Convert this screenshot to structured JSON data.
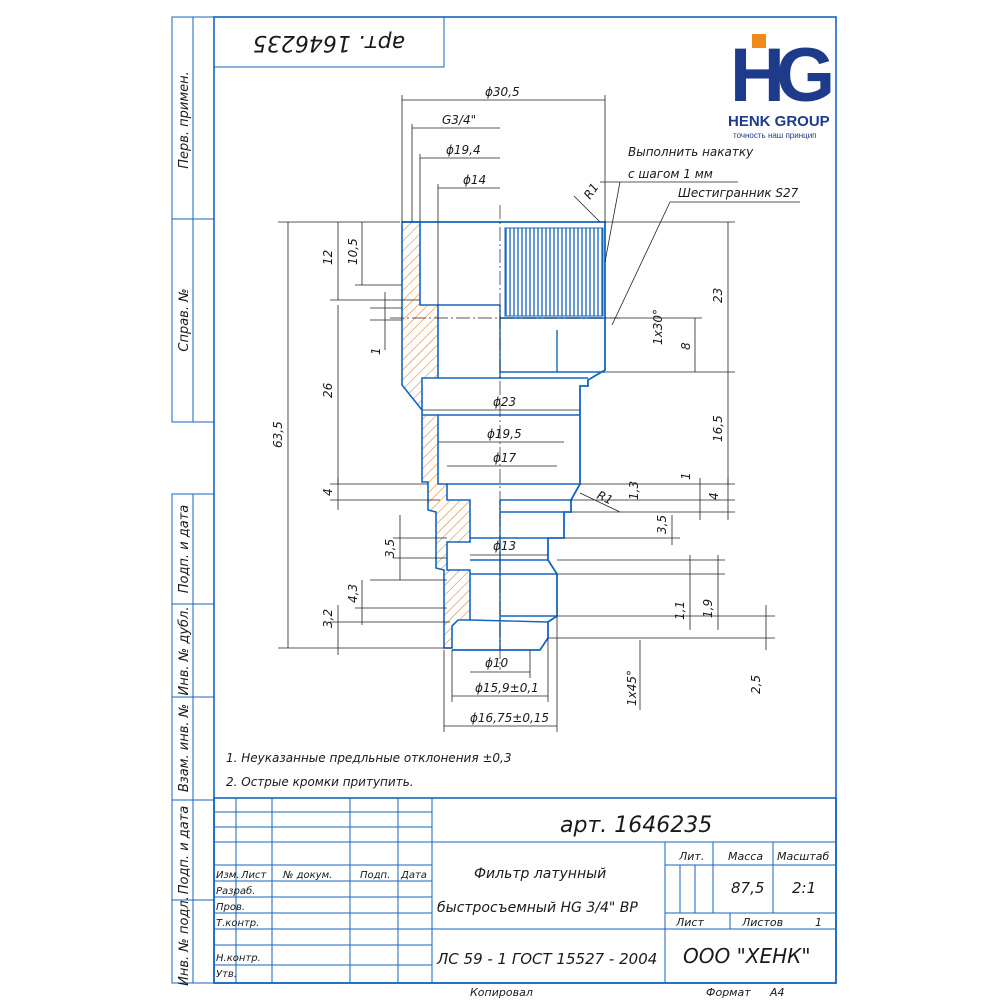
{
  "logo": {
    "letters": "HG",
    "name": "HENK GROUP",
    "tagline": "точность наш принцип",
    "colors": {
      "navy": "#1e3a8a",
      "orange": "#f08a1c"
    }
  },
  "stamp_top": "арт. 1646235",
  "side_labels": {
    "perv_primen": "Перв. примен.",
    "sprav": "Справ. №",
    "podp_data_1": "Подп. и дата",
    "inv_dubl": "Инв. № дубл.",
    "vzam_inv": "Взам. инв. №",
    "podp_data_2": "Подп. и дата",
    "inv_podl": "Инв. № подл."
  },
  "callouts": {
    "knurl_line1": "Выполнить накатку",
    "knurl_line2": "с шагом 1 мм",
    "hex": "Шестигранник S27"
  },
  "dimensions": {
    "d_30_5": "ϕ30,5",
    "g34": "G3/4\"",
    "d_19_4": "ϕ19,4",
    "d_14": "ϕ14",
    "r1_top": "R1",
    "h12": "12",
    "h10_5": "10,5",
    "h1": "1",
    "h26": "26",
    "h4_left": "4",
    "h63_5": "63,5",
    "h3_5_left": "3,5",
    "h4_3": "4,3",
    "h3_2": "3,2",
    "d_23": "ϕ23",
    "d_19_5": "ϕ19,5",
    "d_17": "ϕ17",
    "r1_mid": "R1",
    "d_13": "ϕ13",
    "d_10": "ϕ10",
    "d_15_9": "ϕ15,9±0,1",
    "d_16_75": "ϕ16,75±0,15",
    "h23": "23",
    "c1x30": "1х30°",
    "h8": "8",
    "h16_5": "16,5",
    "h1_right": "1",
    "h1_3": "1,3",
    "h4_right": "4",
    "h3_5_right": "3,5",
    "h1_1": "1,1",
    "h1_9": "1,9",
    "c1x45": "1х45°",
    "h2_5": "2,5"
  },
  "notes": [
    "1. Неуказанные предльные отклонения ±0,3",
    "2. Острые кромки притупить."
  ],
  "title_block": {
    "article": "арт. 1646235",
    "name_line1": "Фильтр латунный",
    "name_line2": "быстросъемный HG 3/4\" ВР",
    "material": "ЛС 59 - 1 ГОСТ 15527 - 2004",
    "company": "ООО \"ХЕНК\"",
    "headers": {
      "lit": "Лит.",
      "massa": "Масса",
      "masshtab": "Масштаб",
      "list": "Лист",
      "listov": "Листов",
      "izm": "Изм.",
      "list_col": "Лист",
      "dokum": "№ докум.",
      "podp": "Подп.",
      "data": "Дата"
    },
    "roles": {
      "razrab": "Разраб.",
      "prov": "Пров.",
      "tkontr": "Т.контр.",
      "nkontr": "Н.контр.",
      "utv": "Утв."
    },
    "massa_value": "87,5",
    "masshtab_value": "2:1",
    "listov_value": "1",
    "kopiroval": "Копировал",
    "format": "Формат",
    "format_value": "А4"
  }
}
